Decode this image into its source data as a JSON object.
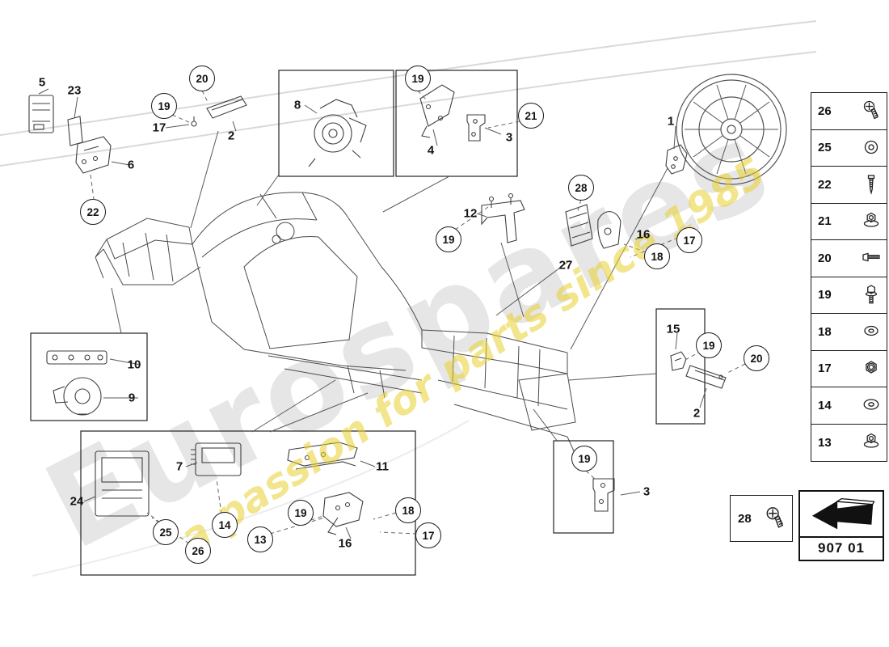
{
  "watermark": {
    "brand": "Eurospares",
    "tagline": "a passion for parts since 1985"
  },
  "callouts": [
    {
      "label": "5",
      "shape": "plain"
    },
    {
      "label": "23",
      "shape": "plain"
    },
    {
      "label": "6",
      "shape": "plain"
    },
    {
      "label": "22",
      "shape": "circle"
    },
    {
      "label": "20",
      "shape": "circle"
    },
    {
      "label": "19",
      "shape": "circle"
    },
    {
      "label": "17",
      "shape": "plain"
    },
    {
      "label": "2",
      "shape": "plain"
    },
    {
      "label": "8",
      "shape": "plain"
    },
    {
      "label": "19",
      "shape": "circle"
    },
    {
      "label": "4",
      "shape": "plain"
    },
    {
      "label": "3",
      "shape": "plain"
    },
    {
      "label": "21",
      "shape": "circle"
    },
    {
      "label": "1",
      "shape": "plain"
    },
    {
      "label": "12",
      "shape": "plain"
    },
    {
      "label": "19",
      "shape": "circle"
    },
    {
      "label": "28",
      "shape": "circle"
    },
    {
      "label": "27",
      "shape": "plain"
    },
    {
      "label": "16",
      "shape": "plain"
    },
    {
      "label": "18",
      "shape": "circle"
    },
    {
      "label": "17",
      "shape": "circle"
    },
    {
      "label": "10",
      "shape": "plain"
    },
    {
      "label": "9",
      "shape": "plain"
    },
    {
      "label": "15",
      "shape": "plain"
    },
    {
      "label": "19",
      "shape": "circle"
    },
    {
      "label": "20",
      "shape": "circle"
    },
    {
      "label": "2",
      "shape": "plain"
    },
    {
      "label": "7",
      "shape": "plain"
    },
    {
      "label": "24",
      "shape": "plain"
    },
    {
      "label": "11",
      "shape": "plain"
    },
    {
      "label": "25",
      "shape": "circle"
    },
    {
      "label": "14",
      "shape": "circle"
    },
    {
      "label": "26",
      "shape": "circle"
    },
    {
      "label": "13",
      "shape": "circle"
    },
    {
      "label": "19",
      "shape": "circle"
    },
    {
      "label": "16",
      "shape": "plain"
    },
    {
      "label": "18",
      "shape": "circle"
    },
    {
      "label": "17",
      "shape": "circle"
    },
    {
      "label": "19",
      "shape": "circle"
    },
    {
      "label": "3",
      "shape": "plain"
    }
  ],
  "sidebar": {
    "items": [
      {
        "number": "26",
        "icon": "pan-head-screw"
      },
      {
        "number": "25",
        "icon": "washer"
      },
      {
        "number": "22",
        "icon": "tapping-screw"
      },
      {
        "number": "21",
        "icon": "flange-nut"
      },
      {
        "number": "20",
        "icon": "long-bolt"
      },
      {
        "number": "19",
        "icon": "hex-bolt"
      },
      {
        "number": "18",
        "icon": "flat-washer"
      },
      {
        "number": "17",
        "icon": "hex-nut"
      },
      {
        "number": "14",
        "icon": "large-washer"
      },
      {
        "number": "13",
        "icon": "flange-nut"
      }
    ]
  },
  "legend": {
    "fastener_number": "28",
    "fastener_icon": "pan-head-screw",
    "code": "907 01"
  }
}
